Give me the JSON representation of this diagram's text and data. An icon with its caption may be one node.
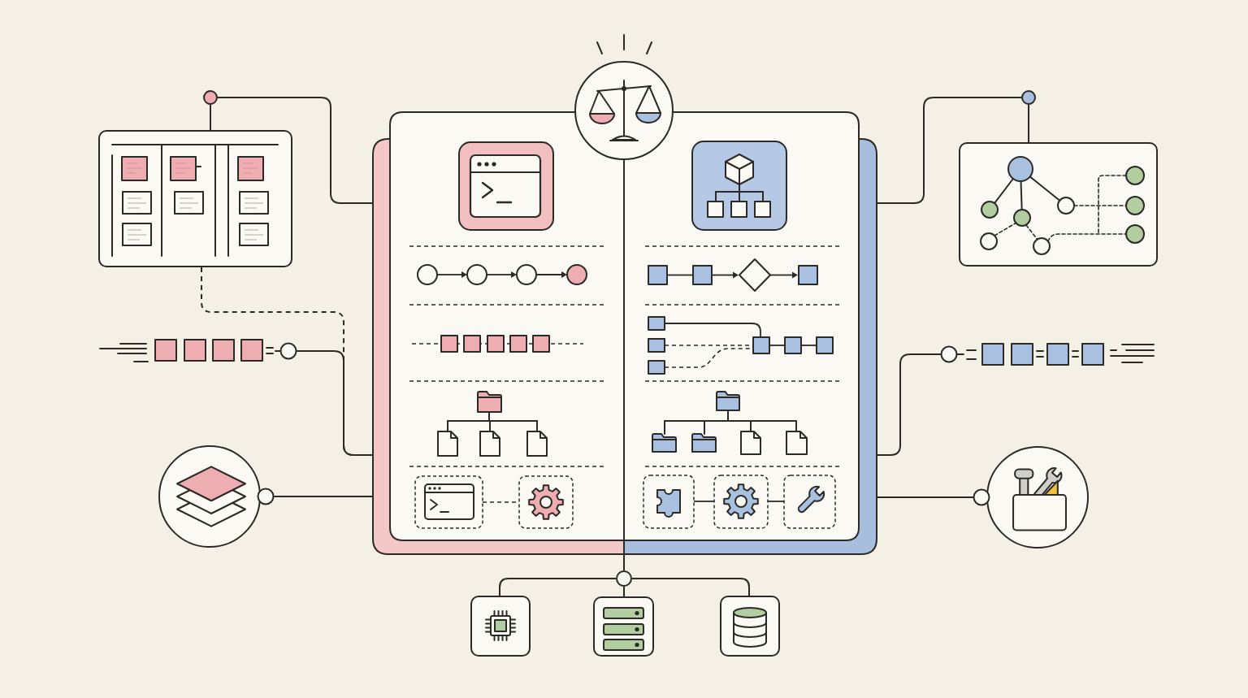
{
  "diagram": {
    "nodes": [
      {
        "text": [],
        "shape": "circle"
      },
      {
        "text": [],
        "shape": "circle"
      },
      {
        "text": [],
        "shape": "circle"
      },
      {
        "text": [],
        "shape": "box"
      },
      {
        "text": [],
        "shape": "box"
      },
      {
        "text": [],
        "shape": "box"
      },
      {
        "text": [],
        "shape": "box"
      },
      {
        "text": [],
        "shape": "picture"
      },
      {
        "text": [],
        "shape": "picture"
      },
      {
        "text": [],
        "shape": "circle"
      },
      {
        "text": [],
        "shape": "circle"
      },
      {
        "text": [],
        "shape": "circle"
      },
      {
        "text": [],
        "shape": "box"
      },
      {
        "text": [],
        "shape": "box"
      },
      {
        "text": [],
        "shape": "box"
      }
    ],
    "edges": [
      {
        "from": 3,
        "to": 0,
        "arrow": "none"
      },
      {
        "from": 0,
        "to": 4,
        "arrow": "none"
      },
      {
        "from": 5,
        "to": 2,
        "arrow": "none"
      },
      {
        "from": 2,
        "to": 6,
        "arrow": "none"
      },
      {
        "from": 3,
        "to": 4,
        "arrow": "none",
        "style": "dashed"
      },
      {
        "from": 7,
        "to": 4,
        "arrow": "other"
      },
      {
        "from": 9,
        "to": 4,
        "arrow": "other"
      },
      {
        "from": 8,
        "to": 5,
        "arrow": "other"
      },
      {
        "from": 10,
        "to": 5,
        "arrow": "other"
      },
      {
        "from": 1,
        "to": 11,
        "arrow": "none"
      },
      {
        "from": 11,
        "to": 12,
        "arrow": "none"
      },
      {
        "from": 11,
        "to": 13,
        "arrow": "none"
      },
      {
        "from": 11,
        "to": 14,
        "arrow": "none"
      }
    ]
  }
}
